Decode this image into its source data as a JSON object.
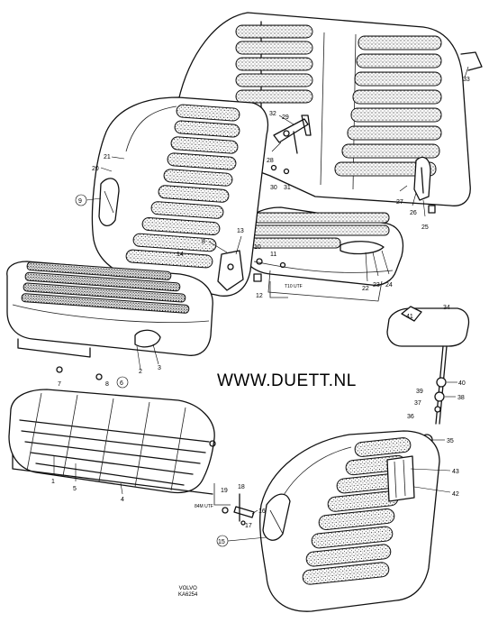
{
  "watermark": "WWW.DUETT.NL",
  "brand": {
    "line1": "VOLVO",
    "line2": "KA6254"
  },
  "part_labels": {
    "p1": "1",
    "p2": "2",
    "p3": "3",
    "p4": "4",
    "p5": "5",
    "p6": "6",
    "p7": "7",
    "p8": "8",
    "p9": "9",
    "p10": "10",
    "p11": "11",
    "p12": "12",
    "p13": "13",
    "p14": "14",
    "p15": "15",
    "p16": "16",
    "p17": "17",
    "p18": "18",
    "p19": "19",
    "p20": "20",
    "p21": "21",
    "p22": "22",
    "p23": "23",
    "p24": "24",
    "p25": "25",
    "p26": "26",
    "p27": "27",
    "p28": "28",
    "p29": "29",
    "p30": "30",
    "p31": "31",
    "p32": "32",
    "p33": "33",
    "p34": "34",
    "p35": "35",
    "p36": "36",
    "p37": "37",
    "p38": "38",
    "p39": "39",
    "p40": "40",
    "p41": "41",
    "p42": "42",
    "p43": "43"
  },
  "side_notes": {
    "left_seat_side": "T10 UTF",
    "front_seat_side": "84M UTF"
  }
}
